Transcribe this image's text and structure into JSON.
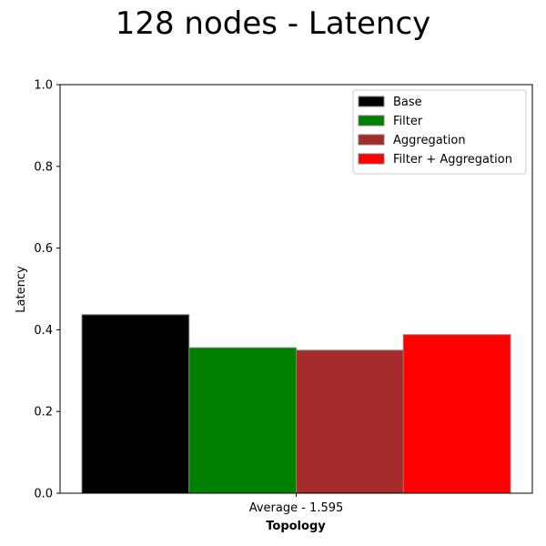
{
  "chart_data": {
    "type": "bar",
    "title": "128 nodes - Latency",
    "xlabel": "Topology",
    "ylabel": "Latency",
    "categories": [
      "Average - 1.595"
    ],
    "ylim": [
      0,
      1.0
    ],
    "yticks": [
      "0.0",
      "0.2",
      "0.4",
      "0.6",
      "0.8",
      "1.0"
    ],
    "grid": false,
    "legend_position": "top-right",
    "series": [
      {
        "name": "Base",
        "values": [
          0.437
        ],
        "color": "#000000"
      },
      {
        "name": "Filter",
        "values": [
          0.356
        ],
        "color": "#008000"
      },
      {
        "name": "Aggregation",
        "values": [
          0.35
        ],
        "color": "#A52A2A"
      },
      {
        "name": "Filter + Aggregation",
        "values": [
          0.388
        ],
        "color": "#FF0000"
      }
    ]
  }
}
